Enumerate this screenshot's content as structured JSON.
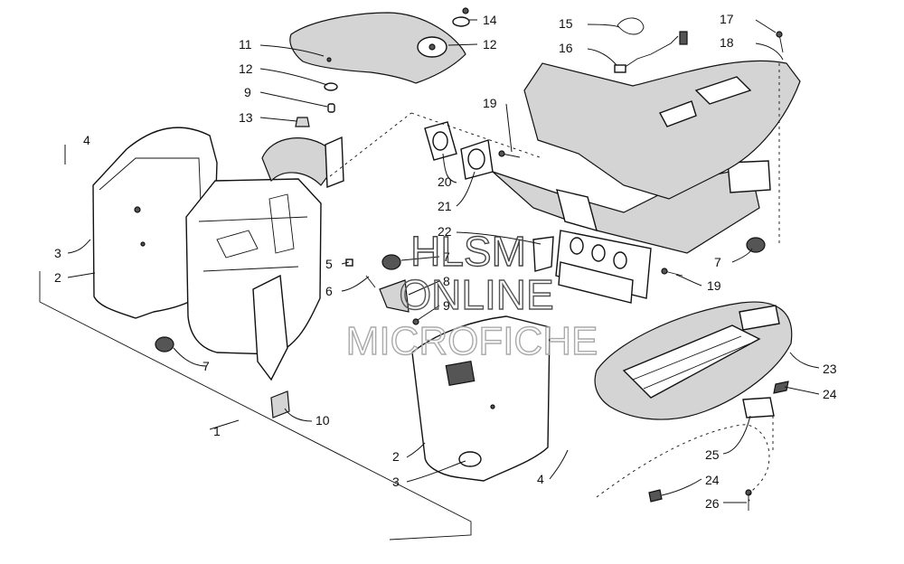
{
  "diagram": {
    "callouts": [
      "1",
      "2",
      "3",
      "4",
      "5",
      "6",
      "7",
      "8",
      "9",
      "10",
      "11",
      "12",
      "13",
      "14",
      "15",
      "16",
      "17",
      "18",
      "19",
      "20",
      "21",
      "22",
      "23",
      "24",
      "25",
      "26"
    ]
  },
  "watermark": {
    "line1": "HLSM",
    "line2": "ONLINE",
    "line3": "MICROFICHE"
  }
}
